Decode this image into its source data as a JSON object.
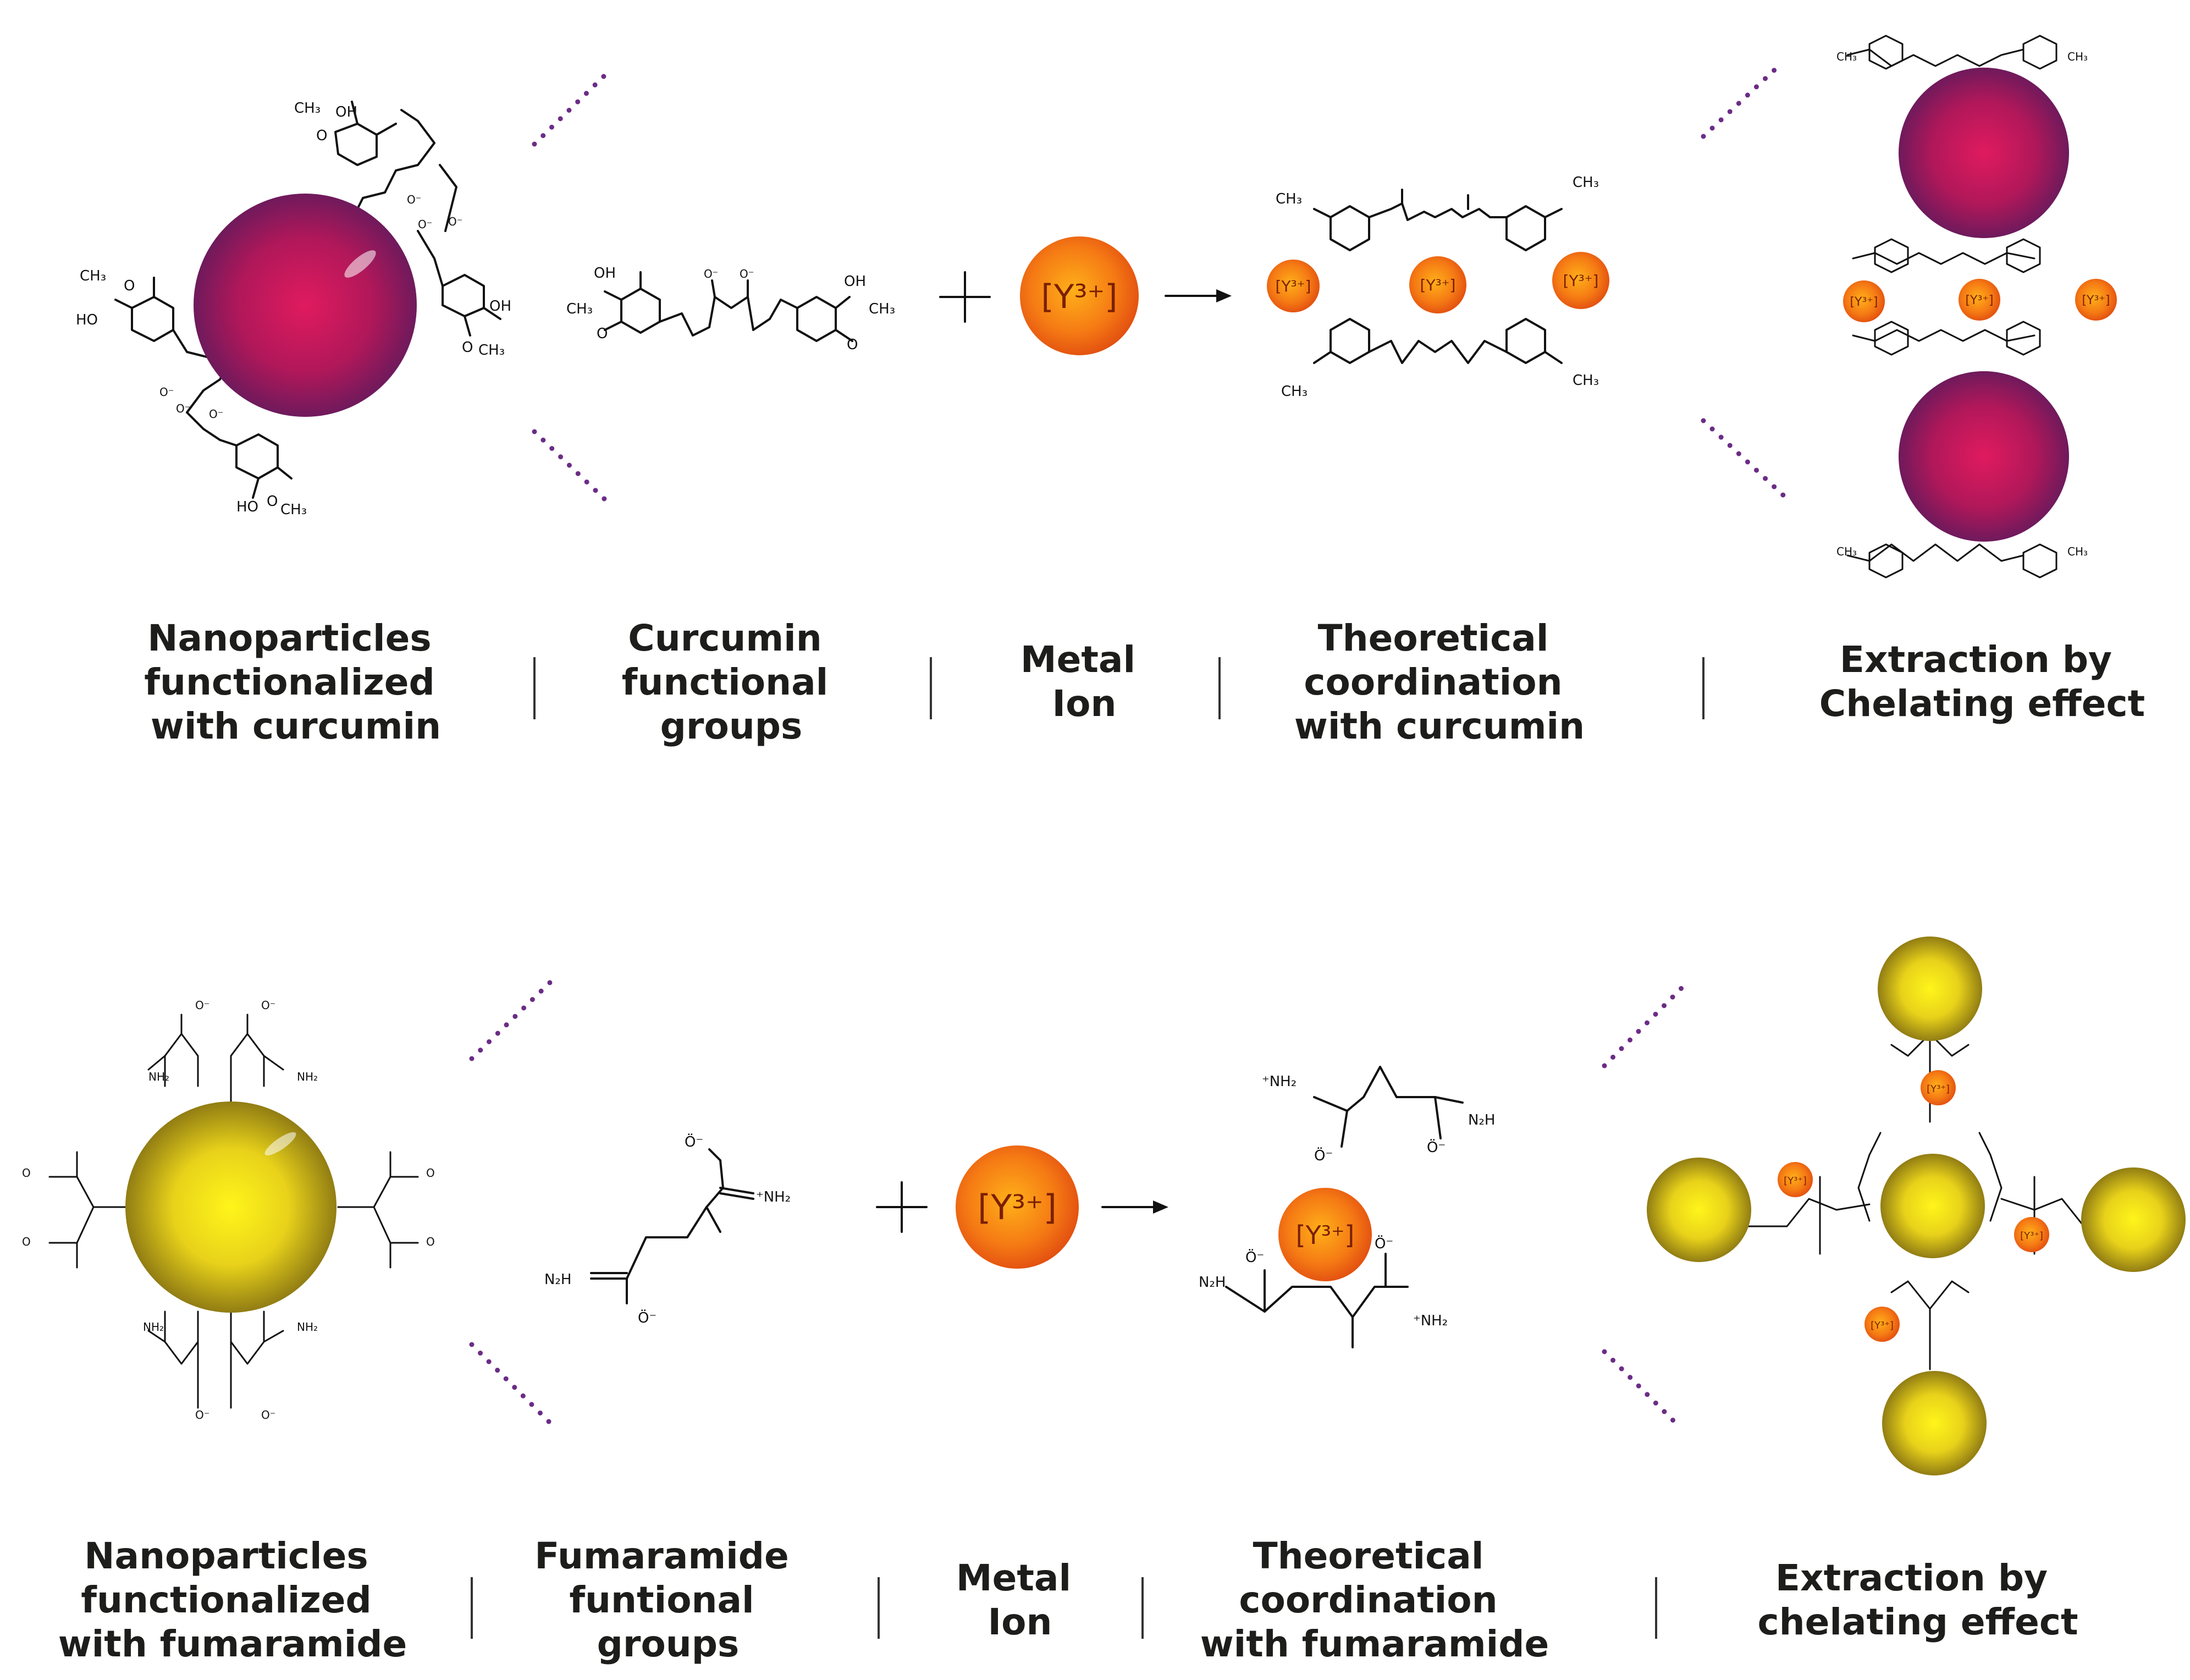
{
  "rows": [
    {
      "id": "curcumin",
      "labels": [
        [
          "Nanoparticles",
          "functionalized",
          "with curcumin"
        ],
        [
          "Curcumin",
          "functional",
          "groups"
        ],
        [
          "Metal",
          "Ion"
        ],
        [
          "Theoretical",
          "coordination",
          "with curcumin"
        ],
        [
          "Extraction by",
          "Chelating effect"
        ]
      ]
    },
    {
      "id": "fumaramide",
      "labels": [
        [
          "Nanoparticles",
          "functionalized",
          "with fumaramide"
        ],
        [
          "Fumaramide",
          "funtional",
          "groups"
        ],
        [
          "Metal",
          "Ion"
        ],
        [
          "Theoretical",
          "coordination",
          "with fumaramide"
        ],
        [
          "Extraction by",
          "chelating effect"
        ]
      ]
    }
  ],
  "ion_label": "[Y³⁺]",
  "ion_label_small": "[Y³⁺]",
  "chem": {
    "oh": "OH",
    "ho": "HO",
    "ch3": "CH₃",
    "o": "O",
    "o_minus": "O⁻",
    "nh2": "NH₂",
    "nh2_plus": "⁺NH₂",
    "n2h": "N₂H",
    "o_anion": "Ö⁻"
  },
  "colors": {
    "purple_particle": "#b0185a",
    "gold_particle": "#e8d21a",
    "ion_orange": "#f06a12",
    "dots": "#6b2c86"
  }
}
